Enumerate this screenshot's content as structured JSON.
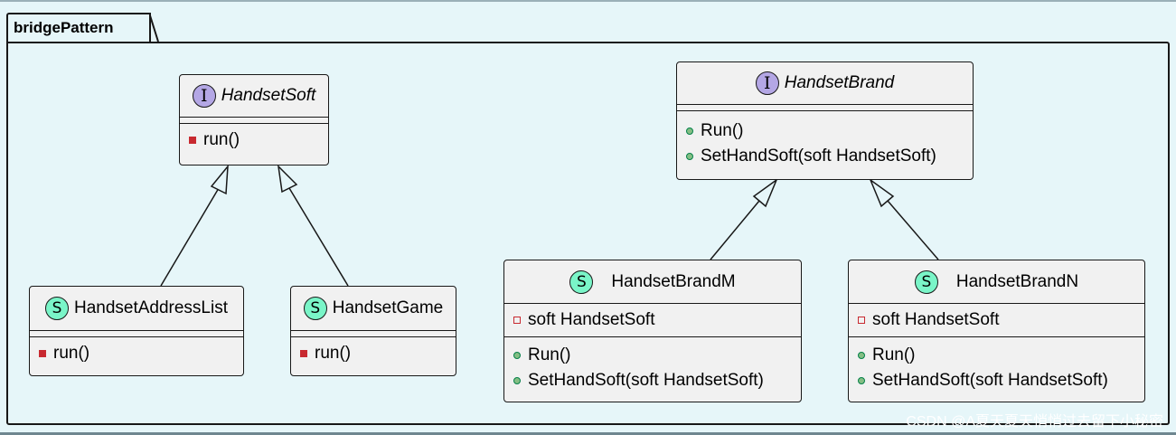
{
  "package": {
    "name": "bridgePattern"
  },
  "classes": {
    "handset_soft": {
      "stereotype": "I",
      "name": "HandsetSoft",
      "methods": [
        "run()"
      ]
    },
    "handset_address_list": {
      "stereotype": "S",
      "name": "HandsetAddressList",
      "methods": [
        "run()"
      ]
    },
    "handset_game": {
      "stereotype": "S",
      "name": "HandsetGame",
      "methods": [
        "run()"
      ]
    },
    "handset_brand": {
      "stereotype": "I",
      "name": "HandsetBrand",
      "methods": [
        "Run()",
        "SetHandSoft(soft HandsetSoft)"
      ]
    },
    "handset_brand_m": {
      "stereotype": "S",
      "name": "HandsetBrandM",
      "fields": [
        "soft HandsetSoft"
      ],
      "methods": [
        "Run()",
        "SetHandSoft(soft HandsetSoft)"
      ]
    },
    "handset_brand_n": {
      "stereotype": "S",
      "name": "HandsetBrandN",
      "fields": [
        "soft HandsetSoft"
      ],
      "methods": [
        "Run()",
        "SetHandSoft(soft HandsetSoft)"
      ]
    }
  },
  "relations": [
    {
      "from": "HandsetAddressList",
      "to": "HandsetSoft",
      "type": "realization"
    },
    {
      "from": "HandsetGame",
      "to": "HandsetSoft",
      "type": "realization"
    },
    {
      "from": "HandsetBrandM",
      "to": "HandsetBrand",
      "type": "realization"
    },
    {
      "from": "HandsetBrandN",
      "to": "HandsetBrand",
      "type": "realization"
    }
  ],
  "watermark": "CSDN @A夏天夏天悄悄过去留下小秘密",
  "colors": {
    "background": "#e6f6f9",
    "class_fill": "#f1f1f1",
    "interface_badge": "#b4a7e5",
    "struct_badge": "#7af5c8",
    "private_marker": "#c82930",
    "public_marker": "#84be84"
  }
}
